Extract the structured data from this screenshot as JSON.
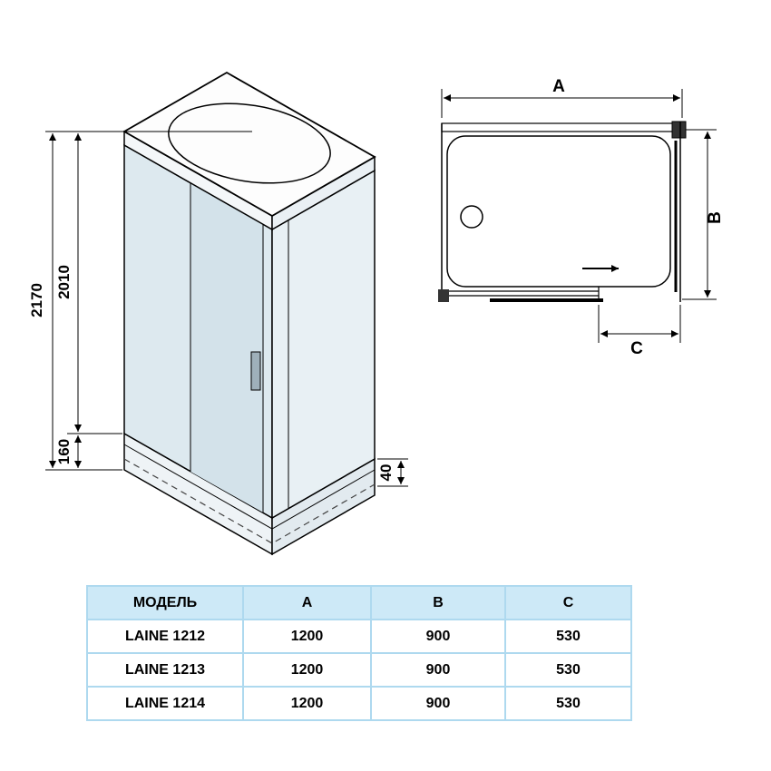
{
  "front_view": {
    "total_height": "2170",
    "glass_height": "2010",
    "tray_height": "160",
    "tray_lip": "40"
  },
  "top_view": {
    "width_label": "A",
    "depth_label": "B",
    "entry_label": "C"
  },
  "table": {
    "headers": [
      "МОДЕЛЬ",
      "A",
      "B",
      "C"
    ],
    "rows": [
      {
        "model": "LAINE 1212",
        "a": "1200",
        "b": "900",
        "c": "530"
      },
      {
        "model": "LAINE 1213",
        "a": "1200",
        "b": "900",
        "c": "530"
      },
      {
        "model": "LAINE 1214",
        "a": "1200",
        "b": "900",
        "c": "530"
      }
    ]
  },
  "colors": {
    "line": "#000000",
    "glass_left": "#dde9ef",
    "glass_right": "#e8f0f4",
    "table_border": "#aed9ef",
    "table_header_bg": "#cde9f7"
  }
}
